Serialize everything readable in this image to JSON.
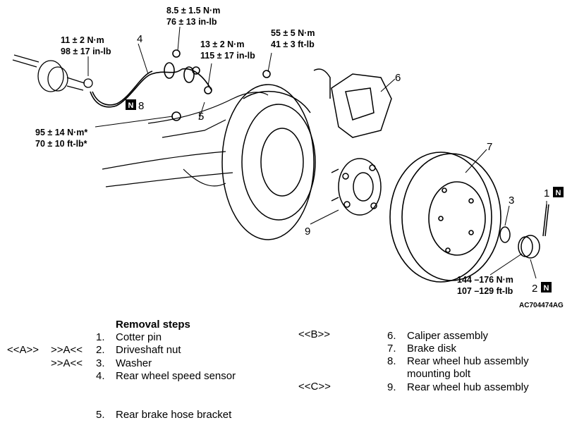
{
  "figure_code": "AC704474AG",
  "callouts": {
    "c1": "1",
    "c2": "2",
    "c3": "3",
    "c4": "4",
    "c5": "5",
    "c6": "6",
    "c7": "7",
    "c8": "8",
    "c9": "9",
    "n_mark": "N"
  },
  "torques": {
    "t1a": "8.5 ± 1.5 N·m",
    "t1b": "76 ± 13 in-lb",
    "t2a": "11 ± 2 N·m",
    "t2b": "98 ± 17 in-lb",
    "t3a": "13 ± 2 N·m",
    "t3b": "115 ± 17 in-lb",
    "t4a": "55 ± 5 N·m",
    "t4b": "41 ± 3 ft-lb",
    "t5a": "95 ± 14 N·m*",
    "t5b": "70 ± 10 ft-lb*",
    "t6a": "144 –176 N·m",
    "t6b": "107 –129 ft-lb"
  },
  "legend": {
    "header": "Removal steps",
    "refs": {
      "a_left": "<<A>>",
      "a_step2": ">>A<<",
      "a_step3": ">>A<<",
      "b": "<<B>>",
      "c": "<<C>>"
    },
    "steps": [
      {
        "num": "1.",
        "text": "Cotter pin"
      },
      {
        "num": "2.",
        "text": "Driveshaft nut"
      },
      {
        "num": "3.",
        "text": "Washer"
      },
      {
        "num": "4.",
        "text": "Rear wheel speed sensor"
      },
      {
        "num": "5.",
        "text": "Rear brake hose bracket"
      },
      {
        "num": "6.",
        "text": "Caliper assembly"
      },
      {
        "num": "7.",
        "text": "Brake disk"
      },
      {
        "num": "8.",
        "text": "Rear wheel hub assembly",
        "text2": "mounting bolt"
      },
      {
        "num": "9.",
        "text": "Rear wheel hub assembly"
      }
    ]
  }
}
